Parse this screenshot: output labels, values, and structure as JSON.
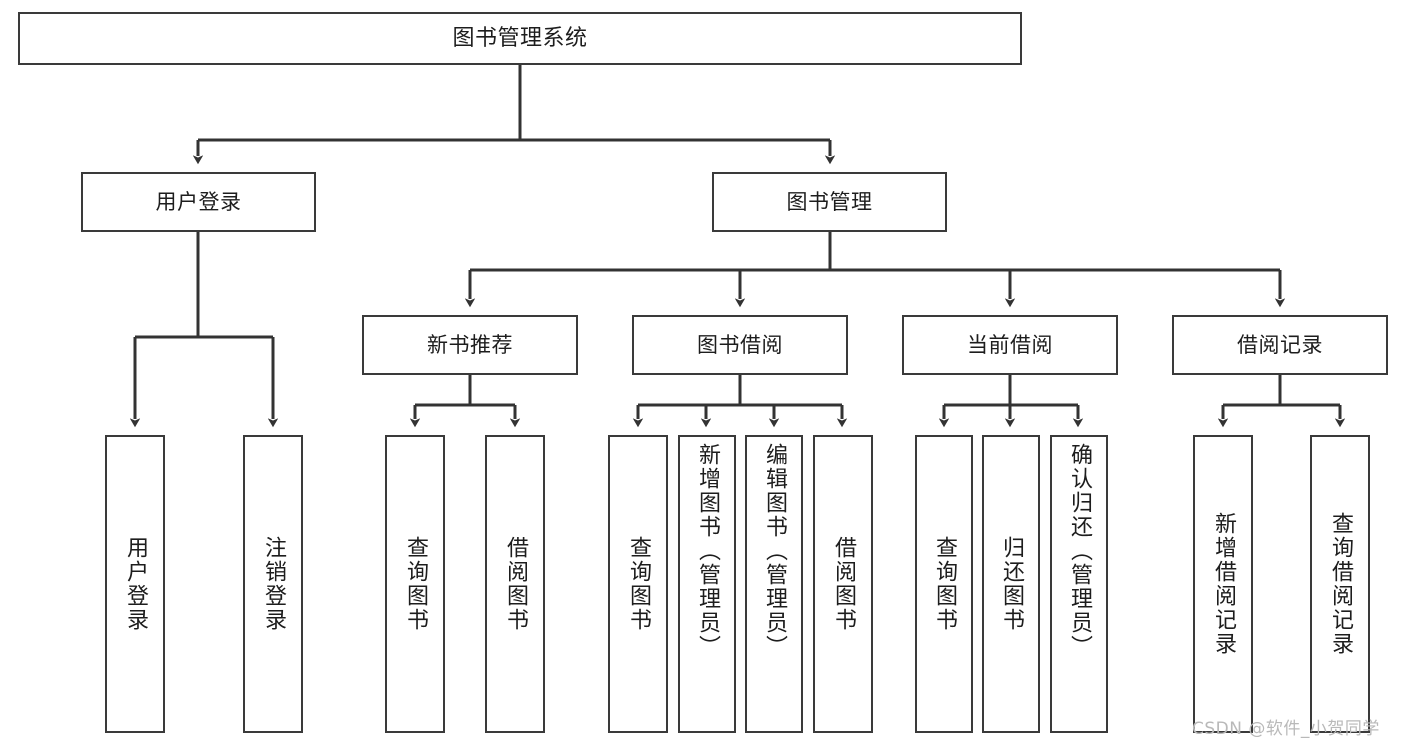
{
  "diagram": {
    "type": "tree",
    "title": "图书管理系统",
    "orientation": "top-down",
    "colors": {
      "box_border": "#3a3a3a",
      "box_fill": "#ffffff",
      "edge": "#333333",
      "text": "#1d1d1d",
      "watermark": "#b9b9b9",
      "background": "#ffffff"
    },
    "nodes": {
      "root": {
        "label": "图书管理系统",
        "level": 1
      },
      "user_login": {
        "label": "用户登录",
        "level": 2
      },
      "book_manage": {
        "label": "图书管理",
        "level": 2
      },
      "new_book_rec": {
        "label": "新书推荐",
        "level": 3
      },
      "book_borrow": {
        "label": "图书借阅",
        "level": 3
      },
      "current_borrow": {
        "label": "当前借阅",
        "level": 3
      },
      "borrow_record": {
        "label": "借阅记录",
        "level": 3
      },
      "leaf_user_login": {
        "label": "用户登录",
        "level": 4
      },
      "leaf_logout": {
        "label": "注销登录",
        "level": 4
      },
      "leaf_query_book_1": {
        "label": "查询图书",
        "level": 4
      },
      "leaf_borrow_book_1": {
        "label": "借阅图书",
        "level": 4
      },
      "leaf_query_book_2": {
        "label": "查询图书",
        "level": 4
      },
      "leaf_add_book": {
        "label": "新增图书（管理员）",
        "level": 4
      },
      "leaf_edit_book": {
        "label": "编辑图书（管理员）",
        "level": 4
      },
      "leaf_borrow_book_2": {
        "label": "借阅图书",
        "level": 4
      },
      "leaf_query_book_3": {
        "label": "查询图书",
        "level": 4
      },
      "leaf_return_book": {
        "label": "归还图书",
        "level": 4
      },
      "leaf_confirm_return": {
        "label": "确认归还（管理员）",
        "level": 4
      },
      "leaf_add_record": {
        "label": "新增借阅记录",
        "level": 4
      },
      "leaf_query_record": {
        "label": "查询借阅记录",
        "level": 4
      }
    },
    "edges": [
      {
        "from": "root",
        "to": "user_login"
      },
      {
        "from": "root",
        "to": "book_manage"
      },
      {
        "from": "user_login",
        "to": "leaf_user_login"
      },
      {
        "from": "user_login",
        "to": "leaf_logout"
      },
      {
        "from": "book_manage",
        "to": "new_book_rec"
      },
      {
        "from": "book_manage",
        "to": "book_borrow"
      },
      {
        "from": "book_manage",
        "to": "current_borrow"
      },
      {
        "from": "book_manage",
        "to": "borrow_record"
      },
      {
        "from": "new_book_rec",
        "to": "leaf_query_book_1"
      },
      {
        "from": "new_book_rec",
        "to": "leaf_borrow_book_1"
      },
      {
        "from": "book_borrow",
        "to": "leaf_query_book_2"
      },
      {
        "from": "book_borrow",
        "to": "leaf_add_book"
      },
      {
        "from": "book_borrow",
        "to": "leaf_edit_book"
      },
      {
        "from": "book_borrow",
        "to": "leaf_borrow_book_2"
      },
      {
        "from": "current_borrow",
        "to": "leaf_query_book_3"
      },
      {
        "from": "current_borrow",
        "to": "leaf_return_book"
      },
      {
        "from": "current_borrow",
        "to": "leaf_confirm_return"
      },
      {
        "from": "borrow_record",
        "to": "leaf_add_record"
      },
      {
        "from": "borrow_record",
        "to": "leaf_query_record"
      }
    ]
  },
  "watermark": {
    "text": "CSDN @软件_小贺同学"
  }
}
